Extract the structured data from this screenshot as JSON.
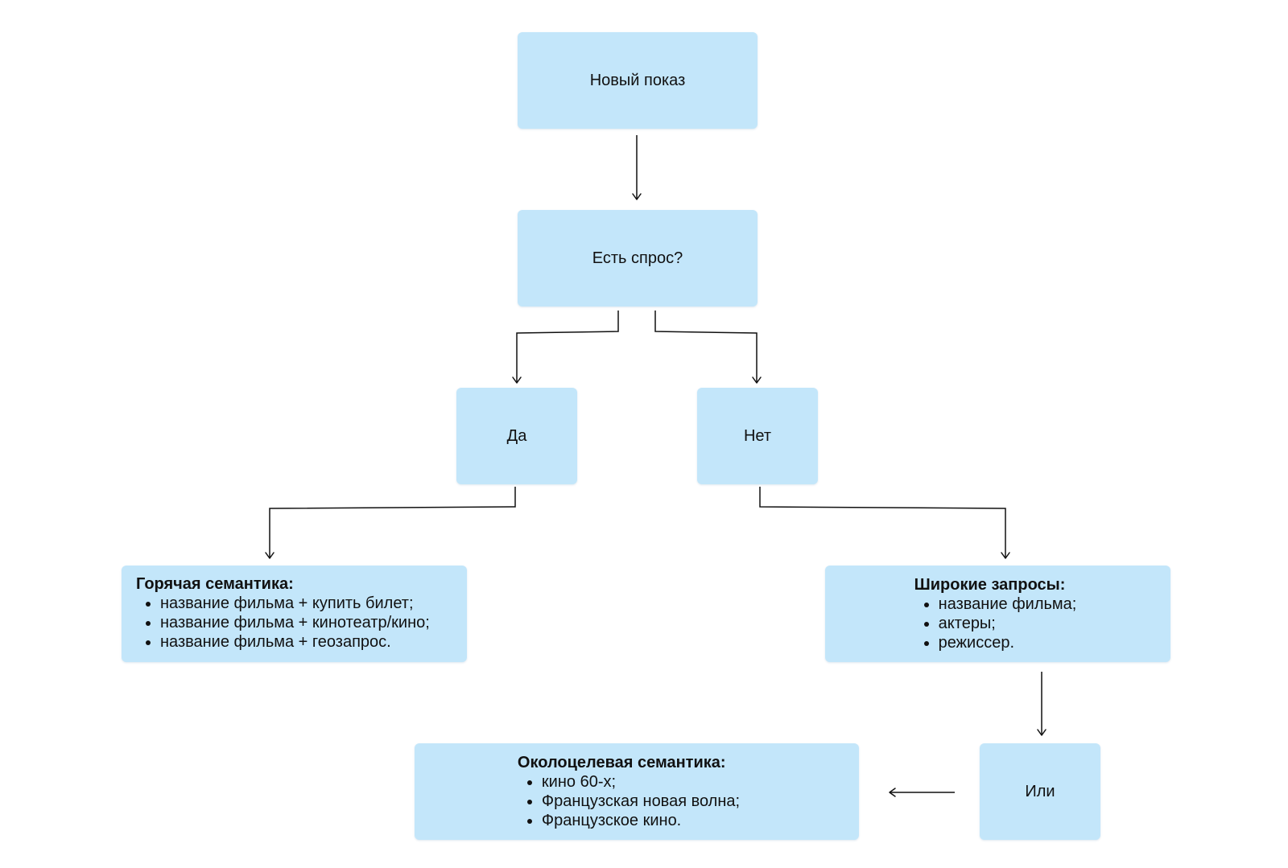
{
  "nodes": {
    "new_show": "Новый показ",
    "has_demand": "Есть спрос?",
    "yes": "Да",
    "no": "Нет",
    "hot": {
      "title": "Горячая семантика:",
      "items": [
        "название фильма + купить билет;",
        "название фильма + кинотеатр/кино;",
        "название фильма + геозапрос."
      ]
    },
    "broad": {
      "title": "Широкие запросы:",
      "items": [
        "название фильма;",
        "актеры;",
        "режиссер."
      ]
    },
    "or": "Или",
    "near": {
      "title": "Околоцелевая семантика:",
      "items": [
        "кино 60-х;",
        "Французская новая волна;",
        "Французское кино."
      ]
    }
  },
  "colors": {
    "node_fill": "#c3e6fa",
    "edge": "#111111"
  }
}
